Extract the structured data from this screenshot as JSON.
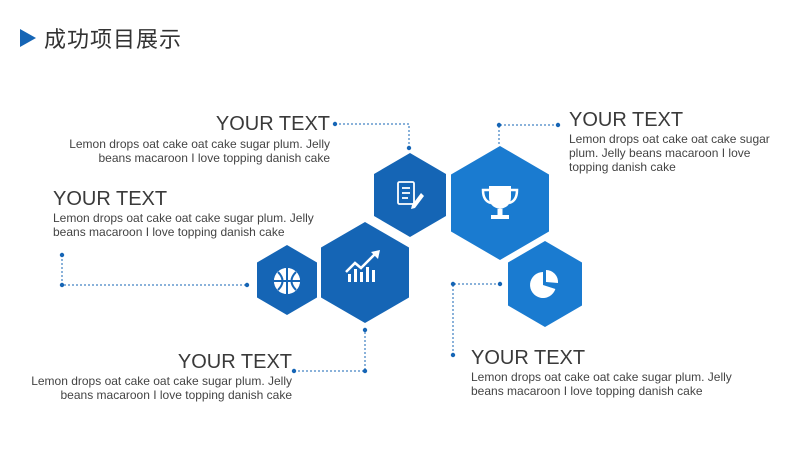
{
  "header": {
    "title": "成功项目展示"
  },
  "blocks": [
    {
      "heading": "YOUR TEXT",
      "desc": "Lemon drops oat cake oat cake sugar plum. Jelly beans macaroon I love topping danish cake"
    },
    {
      "heading": "YOUR TEXT",
      "desc": "Lemon drops oat cake oat cake sugar plum. Jelly beans macaroon I love topping danish cake"
    },
    {
      "heading": "YOUR TEXT",
      "desc": "Lemon drops oat cake oat cake sugar plum. Jelly beans macaroon I love topping danish cake"
    },
    {
      "heading": "YOUR TEXT",
      "desc": "Lemon drops oat cake oat cake sugar plum. Jelly beans macaroon I love topping danish cake"
    },
    {
      "heading": "YOUR TEXT",
      "desc": "Lemon drops oat cake oat cake sugar plum. Jelly beans macaroon I love topping danish cake"
    }
  ],
  "hexagons": [
    {
      "icon": "basketball-icon",
      "color": "#1565b5"
    },
    {
      "icon": "growth-chart-icon",
      "color": "#1565b5"
    },
    {
      "icon": "document-edit-icon",
      "color": "#1565b5"
    },
    {
      "icon": "trophy-icon",
      "color": "#1a7bd0"
    },
    {
      "icon": "pie-chart-icon",
      "color": "#1a7bd0"
    }
  ],
  "colors": {
    "accent": "#1565b5",
    "accent_light": "#1a7bd0",
    "connector": "#1565b5"
  }
}
